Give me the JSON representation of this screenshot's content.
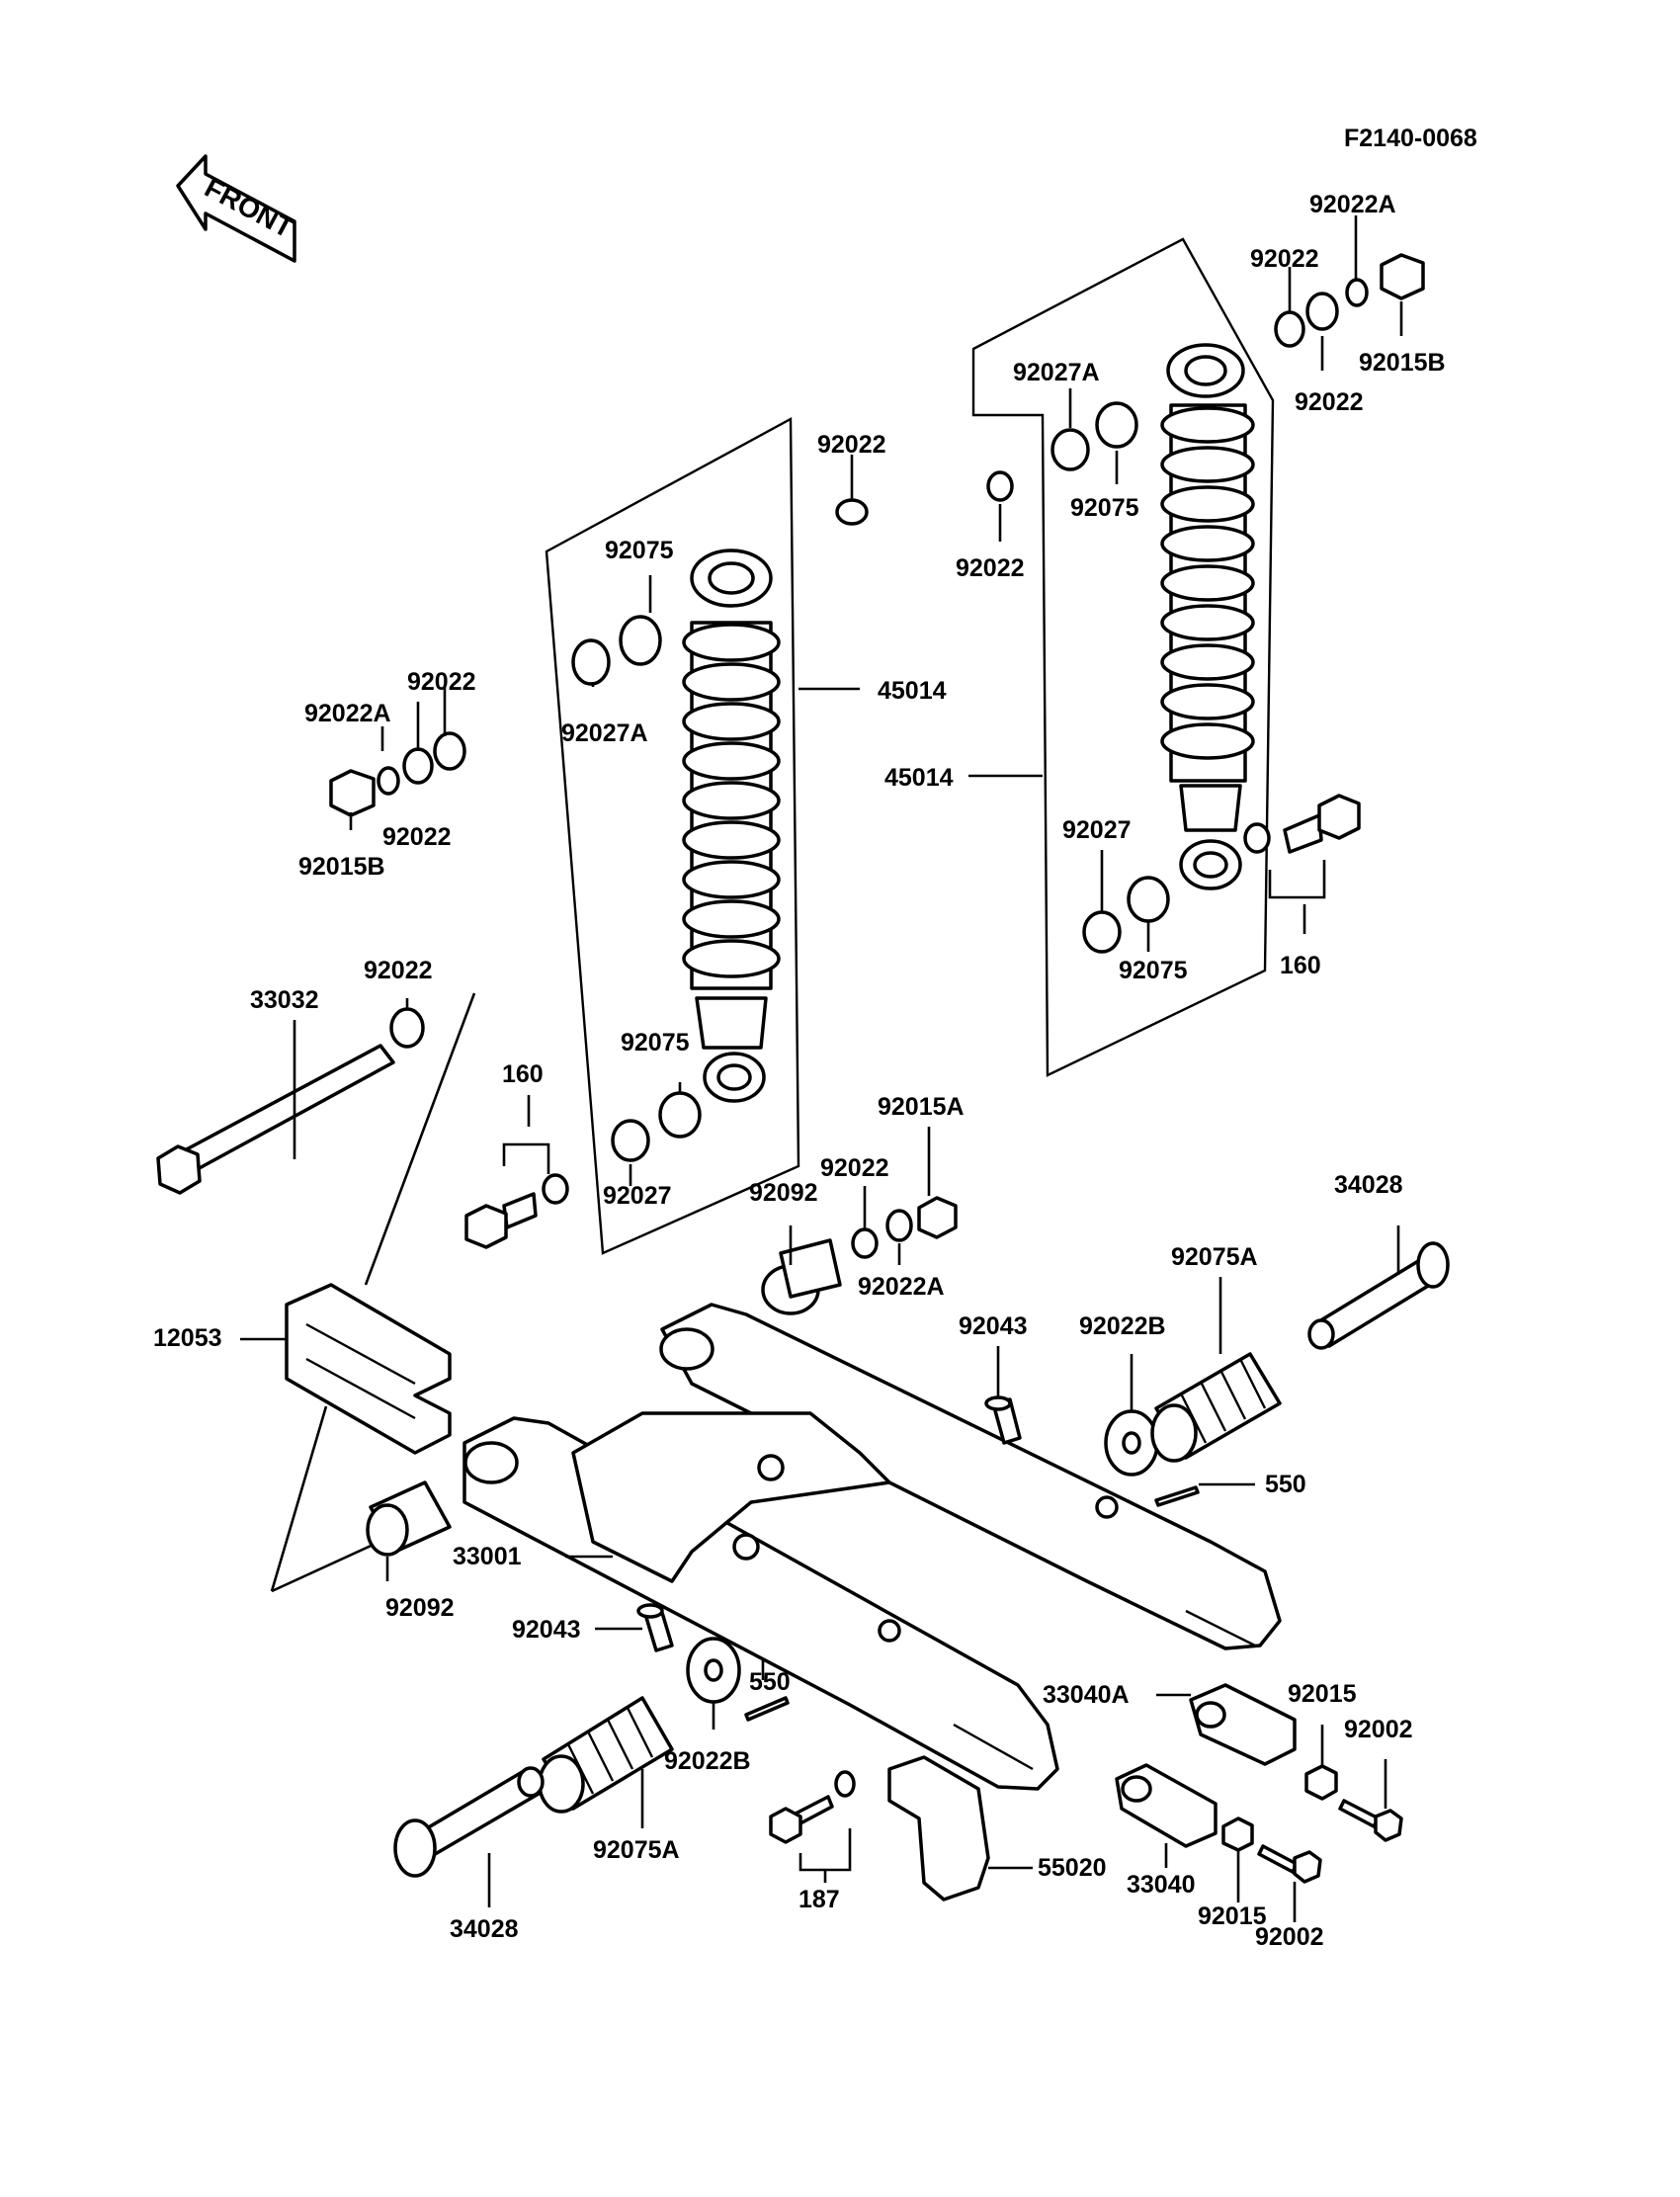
{
  "diagram_code": "F2140-0068",
  "front_label": "FRONT",
  "colors": {
    "ink": "#000000",
    "paper": "#ffffff"
  },
  "callouts": [
    {
      "id": "c01",
      "text": "92022A"
    },
    {
      "id": "c02",
      "text": "92022"
    },
    {
      "id": "c03",
      "text": "92022"
    },
    {
      "id": "c04",
      "text": "92015B"
    },
    {
      "id": "c05",
      "text": "92027A"
    },
    {
      "id": "c06",
      "text": "92022"
    },
    {
      "id": "c07",
      "text": "92075"
    },
    {
      "id": "c08",
      "text": "92022"
    },
    {
      "id": "c09",
      "text": "92075"
    },
    {
      "id": "c10",
      "text": "45014"
    },
    {
      "id": "c11",
      "text": "45014"
    },
    {
      "id": "c12",
      "text": "92027A"
    },
    {
      "id": "c13",
      "text": "92022"
    },
    {
      "id": "c14",
      "text": "92022A"
    },
    {
      "id": "c15",
      "text": "92022"
    },
    {
      "id": "c16",
      "text": "92015B"
    },
    {
      "id": "c17",
      "text": "92027"
    },
    {
      "id": "c18",
      "text": "92075"
    },
    {
      "id": "c19",
      "text": "160"
    },
    {
      "id": "c20",
      "text": "33032"
    },
    {
      "id": "c21",
      "text": "92022"
    },
    {
      "id": "c22",
      "text": "160"
    },
    {
      "id": "c23",
      "text": "92075"
    },
    {
      "id": "c24",
      "text": "92027"
    },
    {
      "id": "c25",
      "text": "92015A"
    },
    {
      "id": "c26",
      "text": "92022"
    },
    {
      "id": "c27",
      "text": "92092"
    },
    {
      "id": "c28",
      "text": "92022A"
    },
    {
      "id": "c29",
      "text": "34028"
    },
    {
      "id": "c30",
      "text": "92075A"
    },
    {
      "id": "c31",
      "text": "12053"
    },
    {
      "id": "c32",
      "text": "92043"
    },
    {
      "id": "c33",
      "text": "92022B"
    },
    {
      "id": "c34",
      "text": "550"
    },
    {
      "id": "c35",
      "text": "33001"
    },
    {
      "id": "c36",
      "text": "92092"
    },
    {
      "id": "c37",
      "text": "92043"
    },
    {
      "id": "c38",
      "text": "550"
    },
    {
      "id": "c39",
      "text": "33040A"
    },
    {
      "id": "c40",
      "text": "92015"
    },
    {
      "id": "c41",
      "text": "92002"
    },
    {
      "id": "c42",
      "text": "92022B"
    },
    {
      "id": "c43",
      "text": "92075A"
    },
    {
      "id": "c44",
      "text": "187"
    },
    {
      "id": "c45",
      "text": "55020"
    },
    {
      "id": "c46",
      "text": "33040"
    },
    {
      "id": "c47",
      "text": "92015"
    },
    {
      "id": "c48",
      "text": "92002"
    },
    {
      "id": "c49",
      "text": "34028"
    }
  ]
}
